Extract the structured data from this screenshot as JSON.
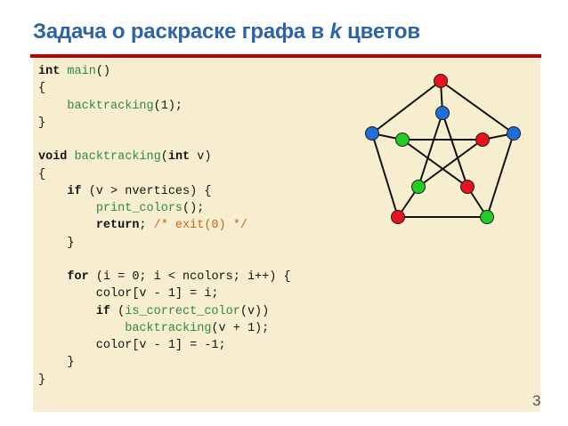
{
  "title": {
    "before": "Задача о раскраске графа в ",
    "k": "k",
    "after": " цветов"
  },
  "slide_number": "3",
  "code_lines": [
    [
      {
        "t": "int",
        "c": "kw"
      },
      {
        "t": " "
      },
      {
        "t": "main",
        "c": "fn"
      },
      {
        "t": "()"
      }
    ],
    [
      {
        "t": "{"
      }
    ],
    [
      {
        "t": "    "
      },
      {
        "t": "backtracking",
        "c": "fn"
      },
      {
        "t": "(1);"
      }
    ],
    [
      {
        "t": "}"
      }
    ],
    [],
    [
      {
        "t": "void",
        "c": "kw"
      },
      {
        "t": " "
      },
      {
        "t": "backtracking",
        "c": "fn"
      },
      {
        "t": "("
      },
      {
        "t": "int",
        "c": "kw"
      },
      {
        "t": " v)"
      }
    ],
    [
      {
        "t": "{"
      }
    ],
    [
      {
        "t": "    "
      },
      {
        "t": "if",
        "c": "kw"
      },
      {
        "t": " (v > nvertices) {"
      }
    ],
    [
      {
        "t": "        "
      },
      {
        "t": "print_colors",
        "c": "fn"
      },
      {
        "t": "();"
      }
    ],
    [
      {
        "t": "        "
      },
      {
        "t": "return",
        "c": "kw"
      },
      {
        "t": "; "
      },
      {
        "t": "/* exit(0) */",
        "c": "cm"
      }
    ],
    [
      {
        "t": "    }"
      }
    ],
    [],
    [
      {
        "t": "    "
      },
      {
        "t": "for",
        "c": "kw"
      },
      {
        "t": " (i = 0; i < ncolors; i++) {"
      }
    ],
    [
      {
        "t": "        color[v - 1] = i;"
      }
    ],
    [
      {
        "t": "        "
      },
      {
        "t": "if",
        "c": "kw"
      },
      {
        "t": " ("
      },
      {
        "t": "is_correct_color",
        "c": "fn"
      },
      {
        "t": "(v))"
      }
    ],
    [
      {
        "t": "            "
      },
      {
        "t": "backtracking",
        "c": "fn"
      },
      {
        "t": "(v + 1);"
      }
    ],
    [
      {
        "t": "        color[v - 1] = -1;"
      }
    ],
    [
      {
        "t": "    }"
      }
    ],
    [
      {
        "t": "}"
      }
    ]
  ],
  "graph": {
    "colors": {
      "red": "#e8121e",
      "blue": "#1f6fd6",
      "green": "#22cc22",
      "edge": "#111111",
      "outline": "#1a1a1a"
    },
    "vertices": [
      {
        "id": "outer-top",
        "color": "red"
      },
      {
        "id": "outer-left",
        "color": "blue"
      },
      {
        "id": "outer-right",
        "color": "blue"
      },
      {
        "id": "outer-bottom-left",
        "color": "red"
      },
      {
        "id": "outer-bottom-right",
        "color": "green"
      },
      {
        "id": "inner-top",
        "color": "blue"
      },
      {
        "id": "inner-left",
        "color": "green"
      },
      {
        "id": "inner-right",
        "color": "red"
      },
      {
        "id": "inner-bottom-left",
        "color": "green"
      },
      {
        "id": "inner-bottom-right",
        "color": "red"
      }
    ],
    "edges": [
      [
        "outer-top",
        "outer-left"
      ],
      [
        "outer-top",
        "outer-right"
      ],
      [
        "outer-left",
        "outer-bottom-left"
      ],
      [
        "outer-right",
        "outer-bottom-right"
      ],
      [
        "outer-bottom-left",
        "outer-bottom-right"
      ],
      [
        "outer-top",
        "inner-top"
      ],
      [
        "outer-left",
        "inner-left"
      ],
      [
        "outer-right",
        "inner-right"
      ],
      [
        "outer-bottom-left",
        "inner-bottom-left"
      ],
      [
        "outer-bottom-right",
        "inner-bottom-right"
      ],
      [
        "inner-top",
        "inner-bottom-left"
      ],
      [
        "inner-top",
        "inner-bottom-right"
      ],
      [
        "inner-left",
        "inner-right"
      ],
      [
        "inner-left",
        "inner-bottom-right"
      ],
      [
        "inner-right",
        "inner-bottom-left"
      ]
    ]
  }
}
